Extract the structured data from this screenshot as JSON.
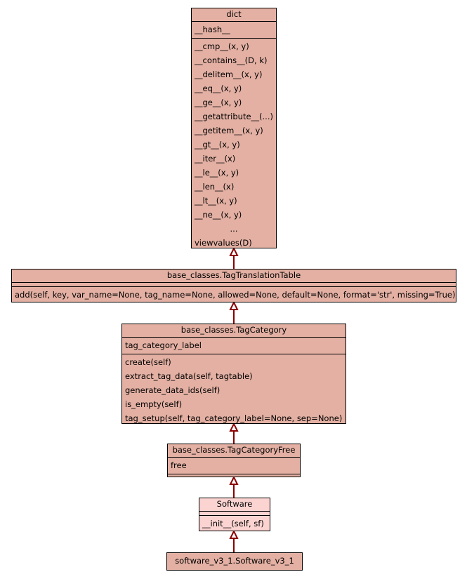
{
  "classes": {
    "dict": {
      "name": "dict",
      "attributes": [
        "__hash__"
      ],
      "methods": [
        "__cmp__(x, y)",
        "__contains__(D, k)",
        "__delitem__(x, y)",
        "__eq__(x, y)",
        "__ge__(x, y)",
        "__getattribute__(...)",
        "__getitem__(x, y)",
        "__gt__(x, y)",
        "__iter__(x)",
        "__le__(x, y)",
        "__len__(x)",
        "__lt__(x, y)",
        "__ne__(x, y)",
        "...",
        "viewvalues(D)"
      ]
    },
    "tag_translation_table": {
      "name": "base_classes.TagTranslationTable",
      "methods": [
        "add(self, key, var_name=None, tag_name=None, allowed=None, default=None, format='str', missing=True)"
      ]
    },
    "tag_category": {
      "name": "base_classes.TagCategory",
      "attributes": [
        "tag_category_label"
      ],
      "methods": [
        "create(self)",
        "extract_tag_data(self, tagtable)",
        "generate_data_ids(self)",
        "is_empty(self)",
        "tag_setup(self, tag_category_label=None, sep=None)"
      ]
    },
    "tag_category_free": {
      "name": "base_classes.TagCategoryFree",
      "attributes": [
        "free"
      ]
    },
    "software": {
      "name": "Software",
      "methods": [
        "__init__(self, sf)"
      ]
    },
    "software_v3_1": {
      "name": "software_v3_1.Software_v3_1"
    }
  },
  "colors": {
    "box_fill": "#e3b0a3",
    "highlight_fill": "#fbd4d2",
    "edge": "#8b0000"
  }
}
